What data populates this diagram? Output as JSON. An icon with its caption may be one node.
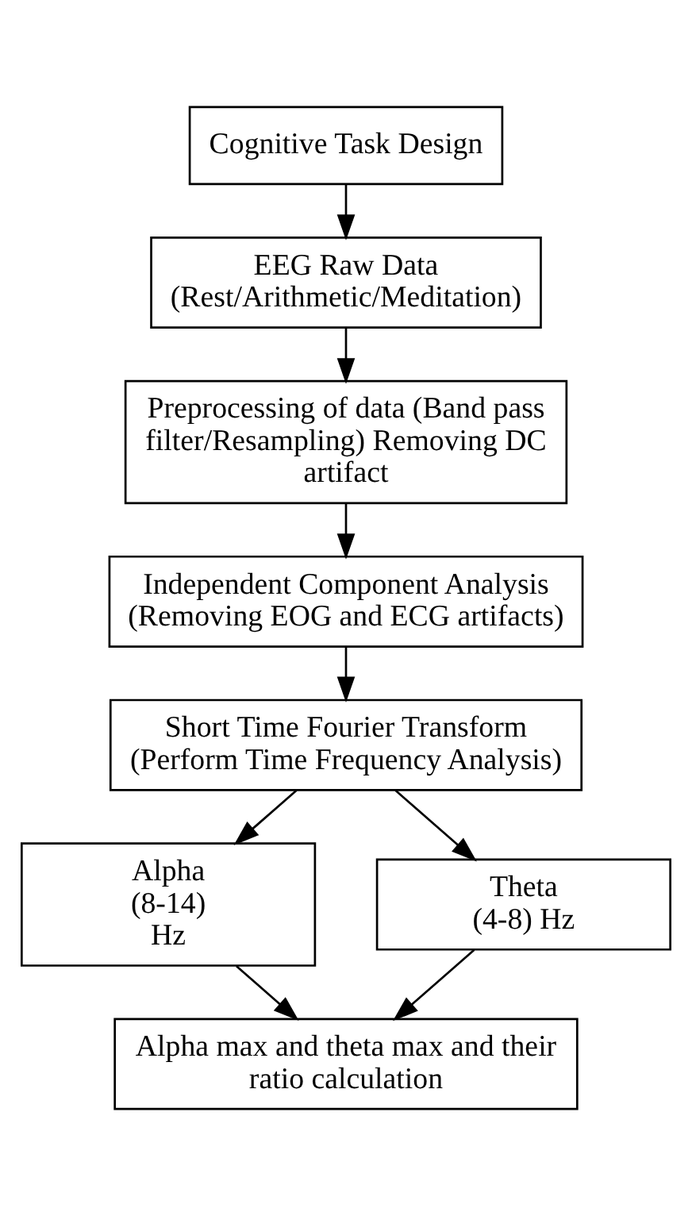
{
  "diagram": {
    "nodes": [
      {
        "text": [
          "Cognitive Task Design"
        ]
      },
      {
        "text": [
          "EEG Raw Data (Rest/Arithmetic/Meditation)"
        ]
      },
      {
        "text": [
          "Preprocessing of data (Band pass filter/Resampling) Removing DC artifact"
        ]
      },
      {
        "text": [
          "Independent Component Analysis (Removing EOG and ECG artifacts)"
        ]
      },
      {
        "text": [
          "Short Time Fourier Transform (Perform Time Frequency Analysis)"
        ]
      },
      {
        "text": [
          "Alpha (8-14) Hz"
        ]
      },
      {
        "text": [
          "Theta (4-8) Hz"
        ]
      },
      {
        "text": [
          "Alpha max and theta max and their ratio calculation"
        ]
      }
    ],
    "edges": [
      {
        "from": 0,
        "to": 1,
        "arrow": "to"
      },
      {
        "from": 1,
        "to": 2,
        "arrow": "to"
      },
      {
        "from": 2,
        "to": 3,
        "arrow": "to"
      },
      {
        "from": 3,
        "to": 4,
        "arrow": "to"
      },
      {
        "from": 4,
        "to": 5,
        "arrow": "to"
      },
      {
        "from": 4,
        "to": 6,
        "arrow": "to"
      },
      {
        "from": 5,
        "to": 7,
        "arrow": "to"
      },
      {
        "from": 6,
        "to": 7,
        "arrow": "to"
      }
    ]
  }
}
